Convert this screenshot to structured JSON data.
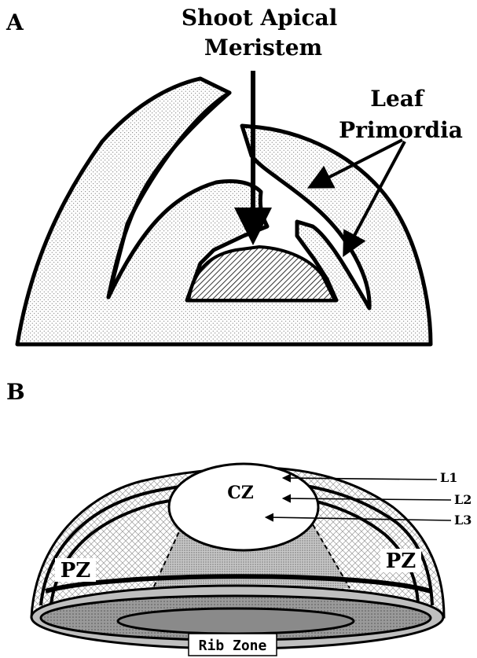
{
  "panel_a": {
    "letter": "A",
    "meristem_label": [
      "Shoot Apical",
      "Meristem"
    ],
    "primordia_label": [
      "Leaf",
      "Primordia"
    ]
  },
  "panel_b": {
    "letter": "B",
    "layers": [
      "L1",
      "L2",
      "L3"
    ],
    "central_zone": "CZ",
    "peripheral_zone": "PZ",
    "rib_zone": "Rib Zone"
  },
  "colors": {
    "ink": "#000000",
    "stipple_fill": "#e6e6e6",
    "hatch_fill": "#8c8c8c",
    "rib_fill": "#9a9a9a",
    "background": "#ffffff"
  }
}
